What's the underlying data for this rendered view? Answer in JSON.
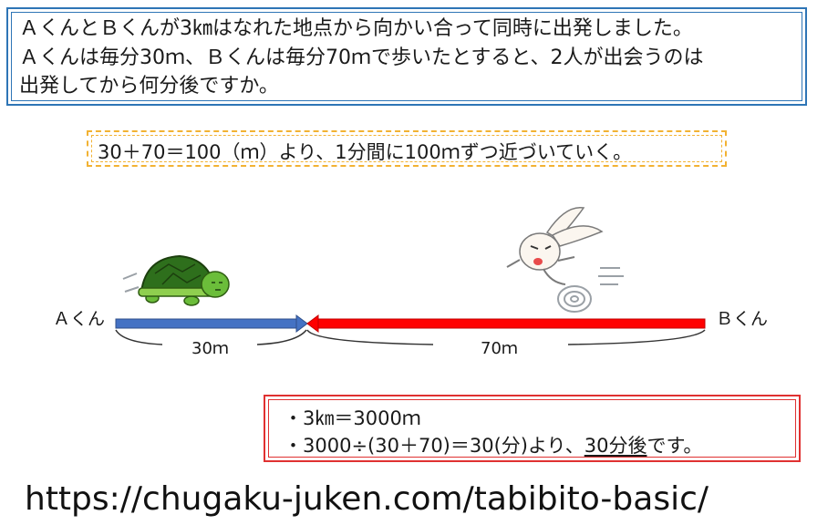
{
  "problem": {
    "line1": "ＡくんとＢくんが3㎞はなれた地点から向かい合って同時に出発しました。",
    "line2": "Ａくんは毎分30ｍ、Ｂくんは毎分70ｍで歩いたとすると、2人が出会うのは",
    "line3": "出発してから何分後ですか。"
  },
  "hint": "30＋70＝100（ｍ）より、1分間に100ｍずつ近づいていく。",
  "diagram": {
    "label_a": "Ａくん",
    "label_b": "Ｂくん",
    "distance_a": "30ｍ",
    "distance_b": "70ｍ",
    "color_a": "#4472c4",
    "color_b": "#ff0000",
    "icon_a": "turtle-icon",
    "icon_b": "rabbit-icon"
  },
  "answer": {
    "line1": "・3㎞＝3000ｍ",
    "line2_prefix": "・3000÷(30＋70)＝30(分)より、",
    "line2_answer": "30分後",
    "line2_suffix": "です。"
  },
  "url": "https://chugaku-juken.com/tabibito-basic/"
}
